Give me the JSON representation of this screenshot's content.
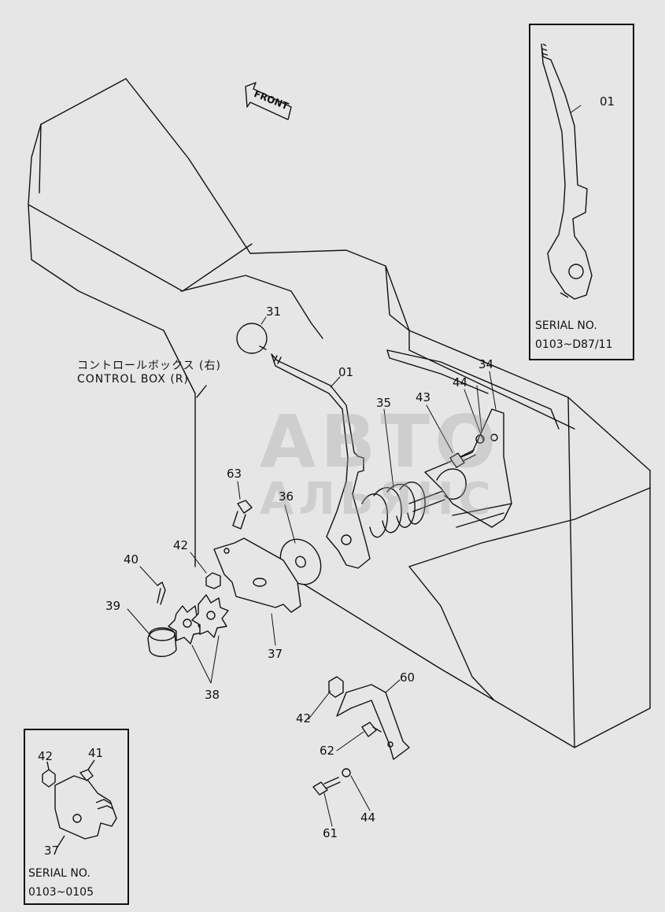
{
  "diagram": {
    "front_label": "FRONT",
    "control_box_jp": "コントロールボックス (右)",
    "control_box_en": "CONTROL BOX (R)",
    "watermark_line1": "АВТО",
    "watermark_line2": "АЛЬЯНС",
    "part_labels": {
      "p31": "31",
      "p01_main": "01",
      "p35": "35",
      "p43": "43",
      "p44_top": "44",
      "p34": "34",
      "p63": "63",
      "p36": "36",
      "p42_left": "42",
      "p40": "40",
      "p39": "39",
      "p37": "37",
      "p38": "38",
      "p60": "60",
      "p42_bottom": "42",
      "p62": "62",
      "p44_bottom": "44",
      "p61": "61"
    },
    "inset_top": {
      "part_label": "01",
      "serial_title": "SERIAL NO.",
      "serial_range": "0103~D87/11"
    },
    "inset_bottom": {
      "part_42": "42",
      "part_41": "41",
      "part_37": "37",
      "serial_title": "SERIAL NO.",
      "serial_range": "0103~0105"
    }
  }
}
